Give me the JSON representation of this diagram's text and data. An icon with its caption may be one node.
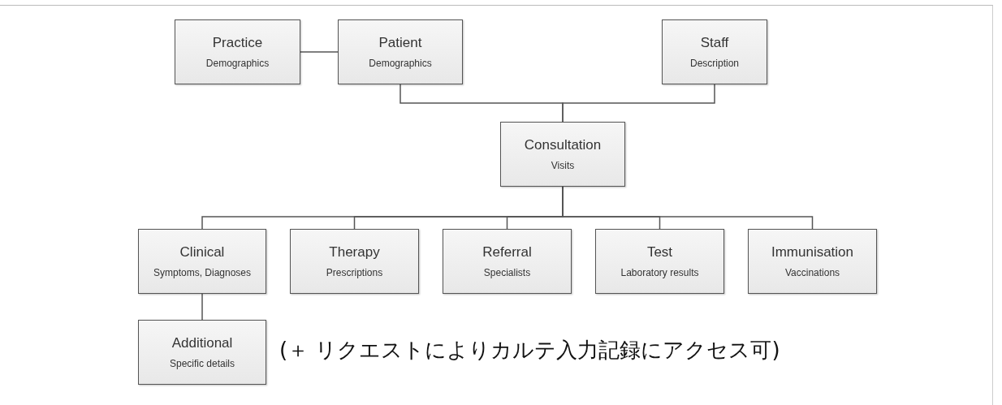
{
  "diagram": {
    "nodes": [
      {
        "text": [
          "Practice",
          "Demographics"
        ]
      },
      {
        "text": [
          "Patient",
          "Demographics"
        ]
      },
      {
        "text": [
          "Staff",
          "Description"
        ]
      },
      {
        "text": [
          "Consultation",
          "Visits"
        ]
      },
      {
        "text": [
          "Clinical",
          "Symptoms, Diagnoses"
        ]
      },
      {
        "text": [
          "Therapy",
          "Prescriptions"
        ]
      },
      {
        "text": [
          "Referral",
          "Specialists"
        ]
      },
      {
        "text": [
          "Test",
          "Laboratory results"
        ]
      },
      {
        "text": [
          "Immunisation",
          "Vaccinations"
        ]
      },
      {
        "text": [
          "Additional",
          "Specific details"
        ]
      }
    ],
    "edges": [
      {
        "from": 0,
        "to": 1,
        "arrow": "none"
      },
      {
        "from": 1,
        "to": 3,
        "arrow": "none"
      },
      {
        "from": 2,
        "to": 3,
        "arrow": "none"
      },
      {
        "from": 3,
        "to": 4,
        "arrow": "none"
      },
      {
        "from": 3,
        "to": 5,
        "arrow": "none"
      },
      {
        "from": 3,
        "to": 6,
        "arrow": "none"
      },
      {
        "from": 3,
        "to": 7,
        "arrow": "none"
      },
      {
        "from": 3,
        "to": 8,
        "arrow": "none"
      },
      {
        "from": 4,
        "to": 9,
        "arrow": "none"
      }
    ],
    "labels": [
      "(＋ リクエストによりカルテ入力記録にアクセス可)"
    ]
  }
}
